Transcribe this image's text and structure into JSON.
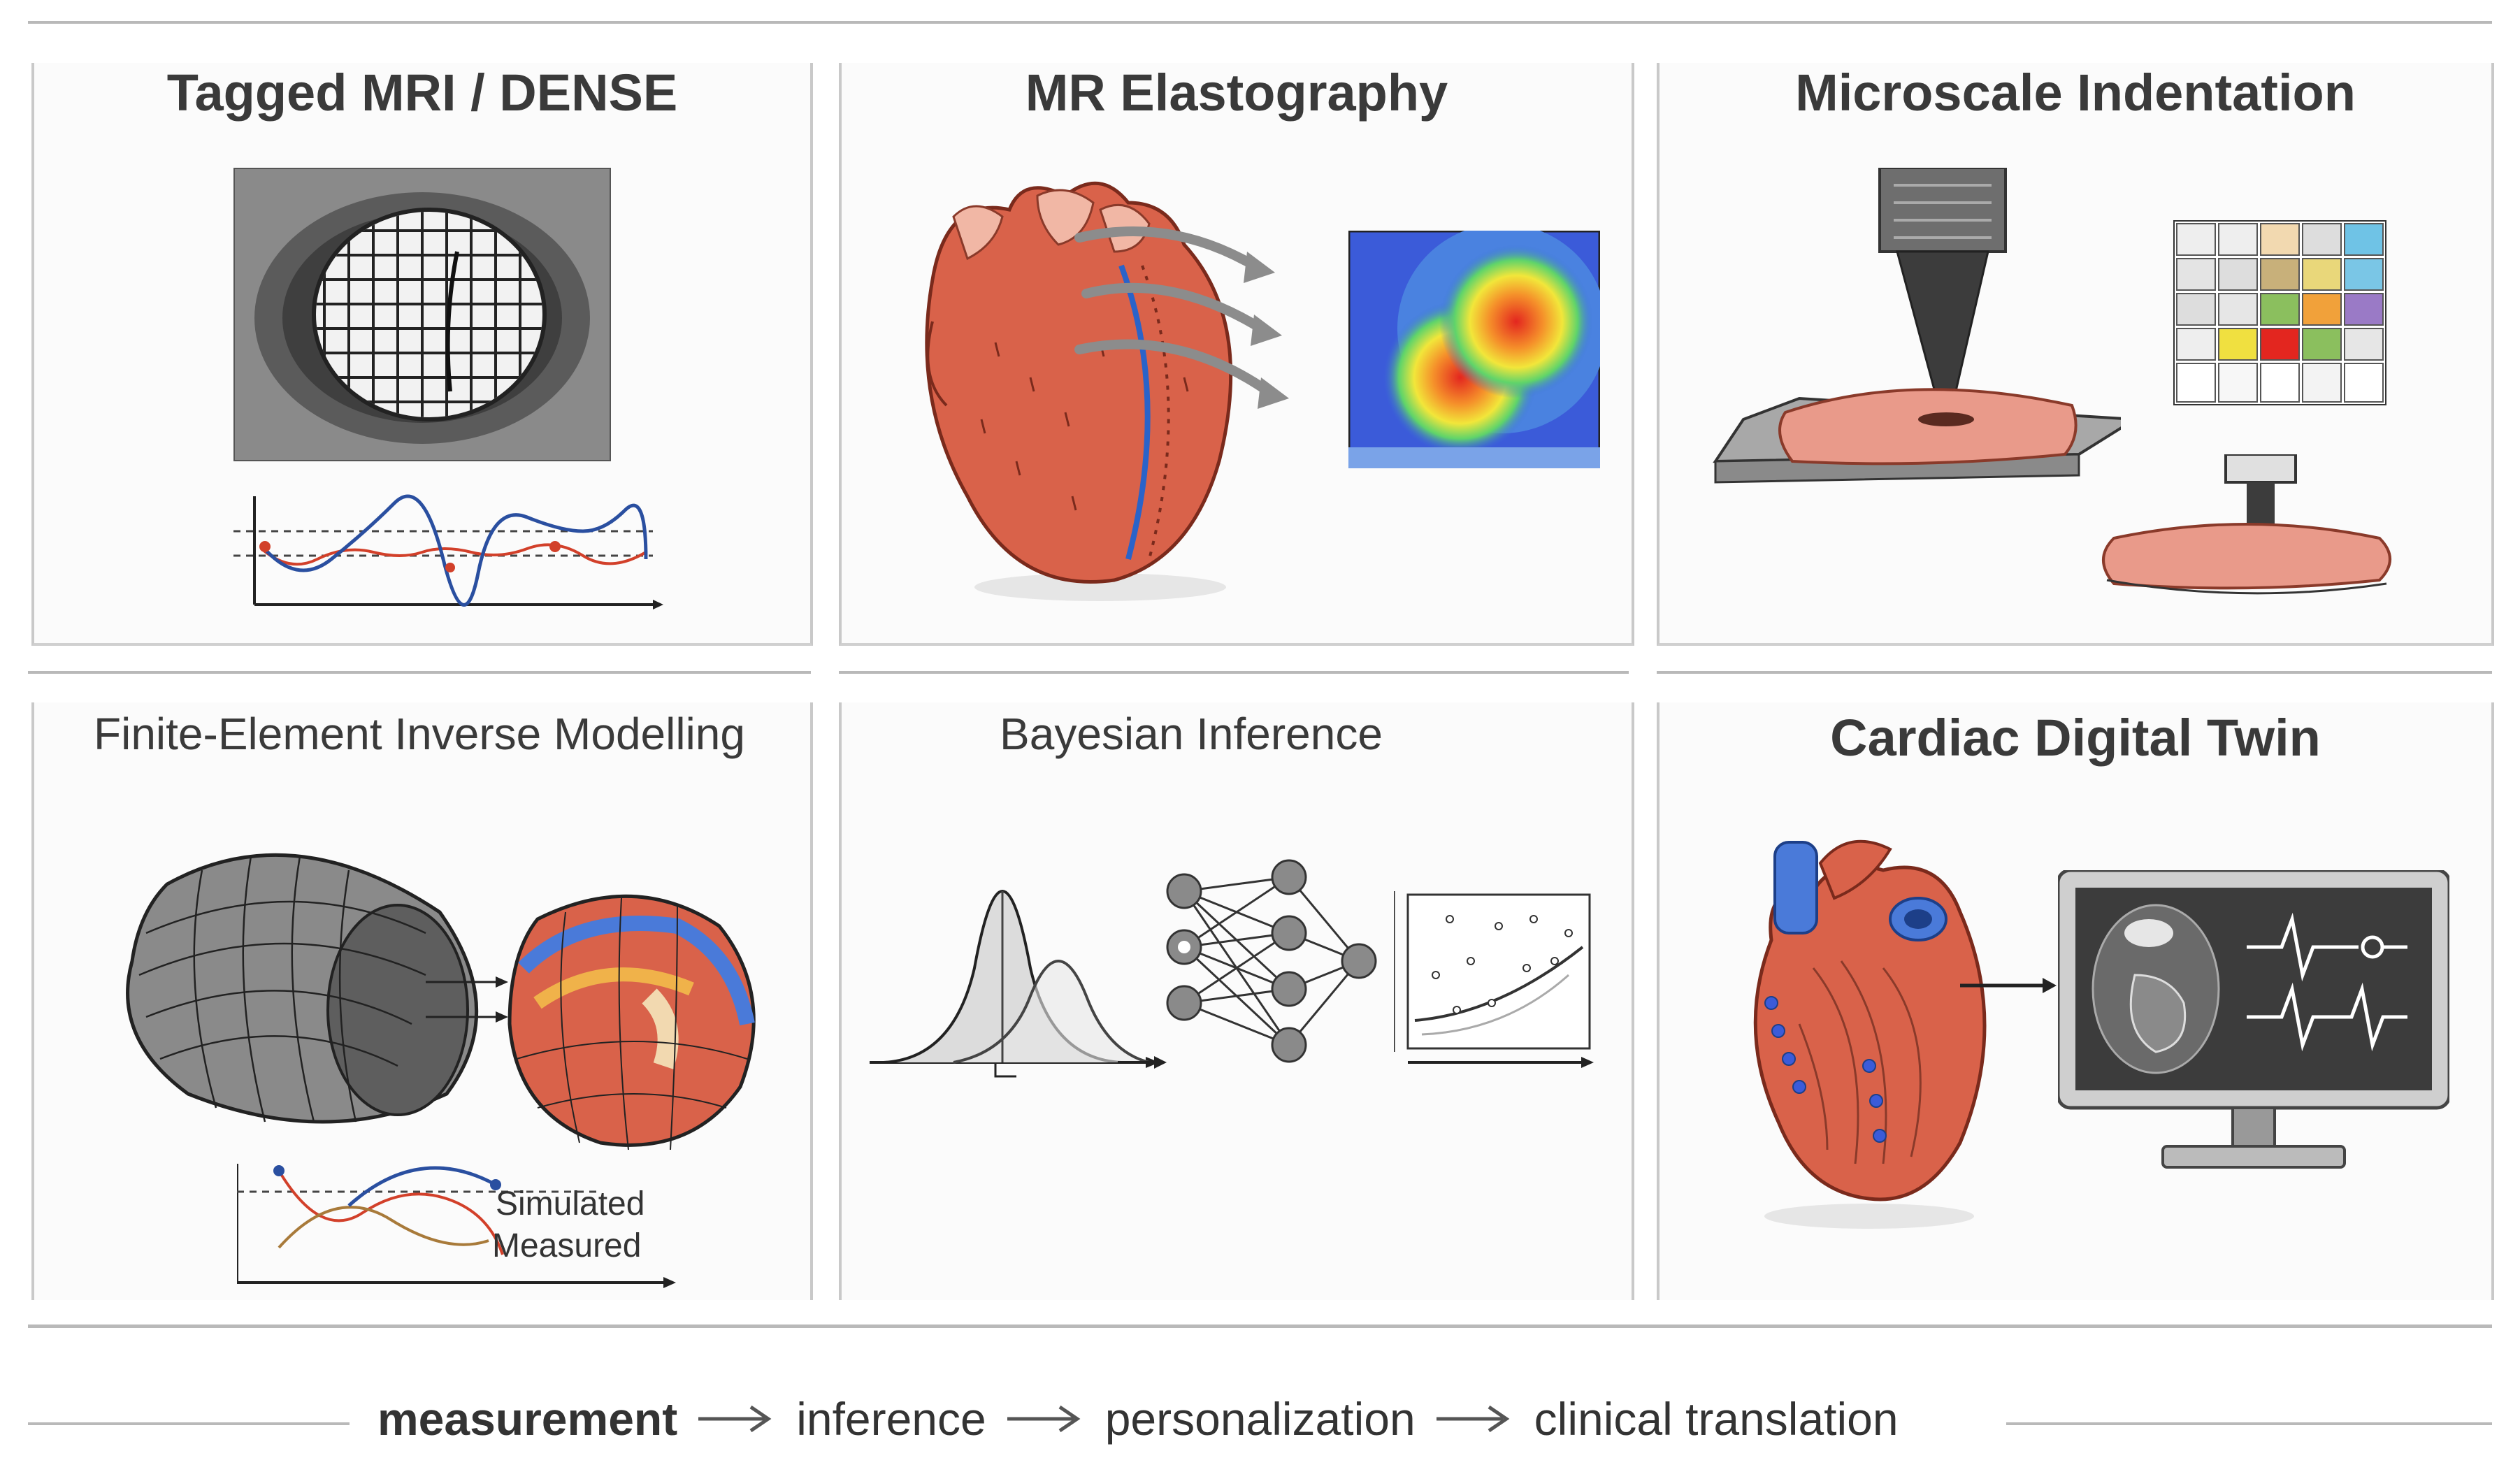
{
  "panels": [
    {
      "id": "tagged-mri",
      "title": "Tagged MRI / DENSE"
    },
    {
      "id": "mr-elastography",
      "title": "MR Elastography"
    },
    {
      "id": "microscale-indentation",
      "title": "Microscale Indentation"
    },
    {
      "id": "fe-inverse",
      "title": "Finite-Element Inverse Modelling",
      "legend": {
        "simulated": "Simulated",
        "measured": "Measured"
      }
    },
    {
      "id": "bayesian",
      "title": "Bayesian Inference"
    },
    {
      "id": "digital-twin",
      "title": "Cardiac Digital Twin"
    }
  ],
  "pipeline": {
    "steps": [
      "measurement",
      "inference",
      "personalization",
      "clinical translation"
    ]
  },
  "colors": {
    "heart": "#d9624a",
    "heart_dark": "#a93a2a",
    "heatmap_low": "#3b5bd9",
    "heatmap_high": "#e3261f",
    "grid_gray": "#555555",
    "signal_blue": "#2a4fa0",
    "signal_red": "#d2402a"
  },
  "icons": [
    "mri-slice-icon",
    "strain-curve-icon",
    "heart-icon",
    "stiffness-map-icon",
    "indenter-icon",
    "tissue-sample-icon",
    "color-grid-icon",
    "mesh-icon",
    "fitted-heart-icon",
    "gaussian-prior-posterior-icon",
    "neural-network-icon",
    "scatter-fit-icon",
    "monitor-icon",
    "ecg-icon"
  ]
}
